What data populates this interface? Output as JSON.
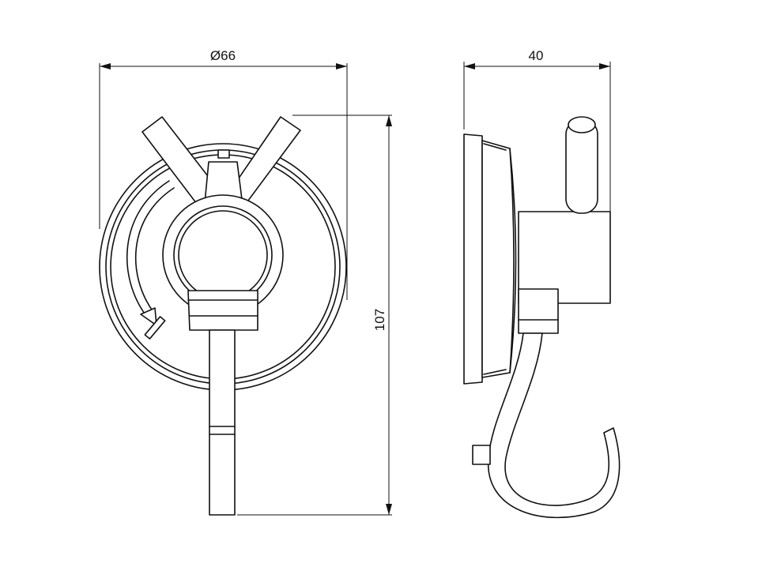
{
  "dimensions": {
    "diameter": "Ø66",
    "depth": "40",
    "height": "107"
  },
  "colors": {
    "line": "#111111",
    "background": "#ffffff"
  }
}
